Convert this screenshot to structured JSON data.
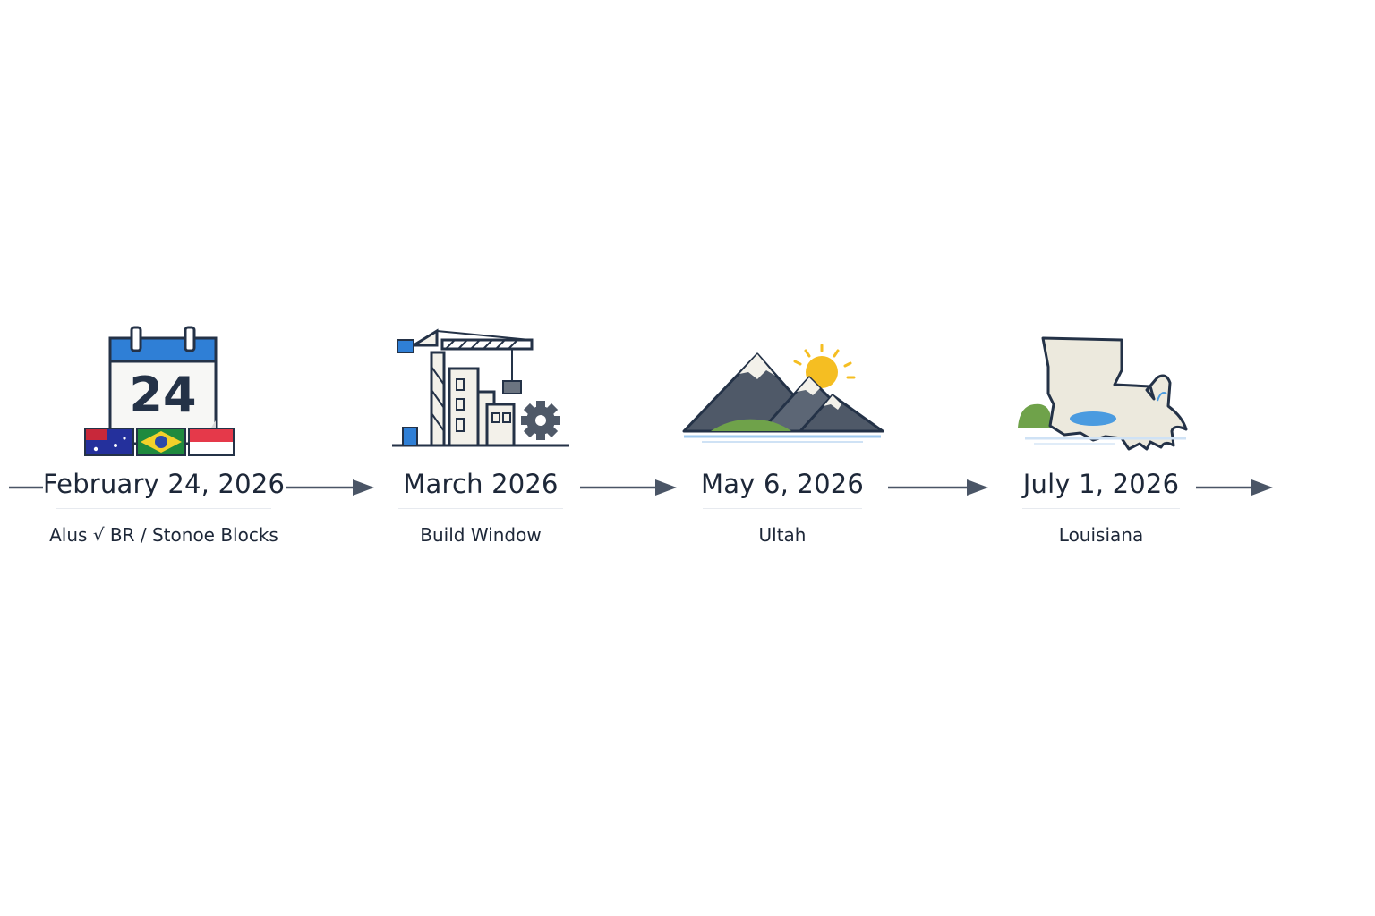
{
  "milestones": [
    {
      "date": "February 24, 2026",
      "label": "Alus √ BR / Stonoe Blocks",
      "calendar_day": "24",
      "icon": "calendar-flags-icon"
    },
    {
      "date": "March 2026",
      "label": "Build Window",
      "icon": "construction-crane-icon"
    },
    {
      "date": "May 6,  2026",
      "label": "Ultah",
      "icon": "mountain-sun-icon"
    },
    {
      "date": "July 1, 2026",
      "label": "Louisiana",
      "icon": "louisiana-map-icon"
    }
  ],
  "colors": {
    "arrow": "#4a5566",
    "calendar_blue": "#2f7fd6",
    "navy": "#243247",
    "sun": "#f5be22",
    "water": "#4a9be0",
    "land": "#ece9dd",
    "green": "#6fa24a",
    "mountain": "#4f5968"
  }
}
